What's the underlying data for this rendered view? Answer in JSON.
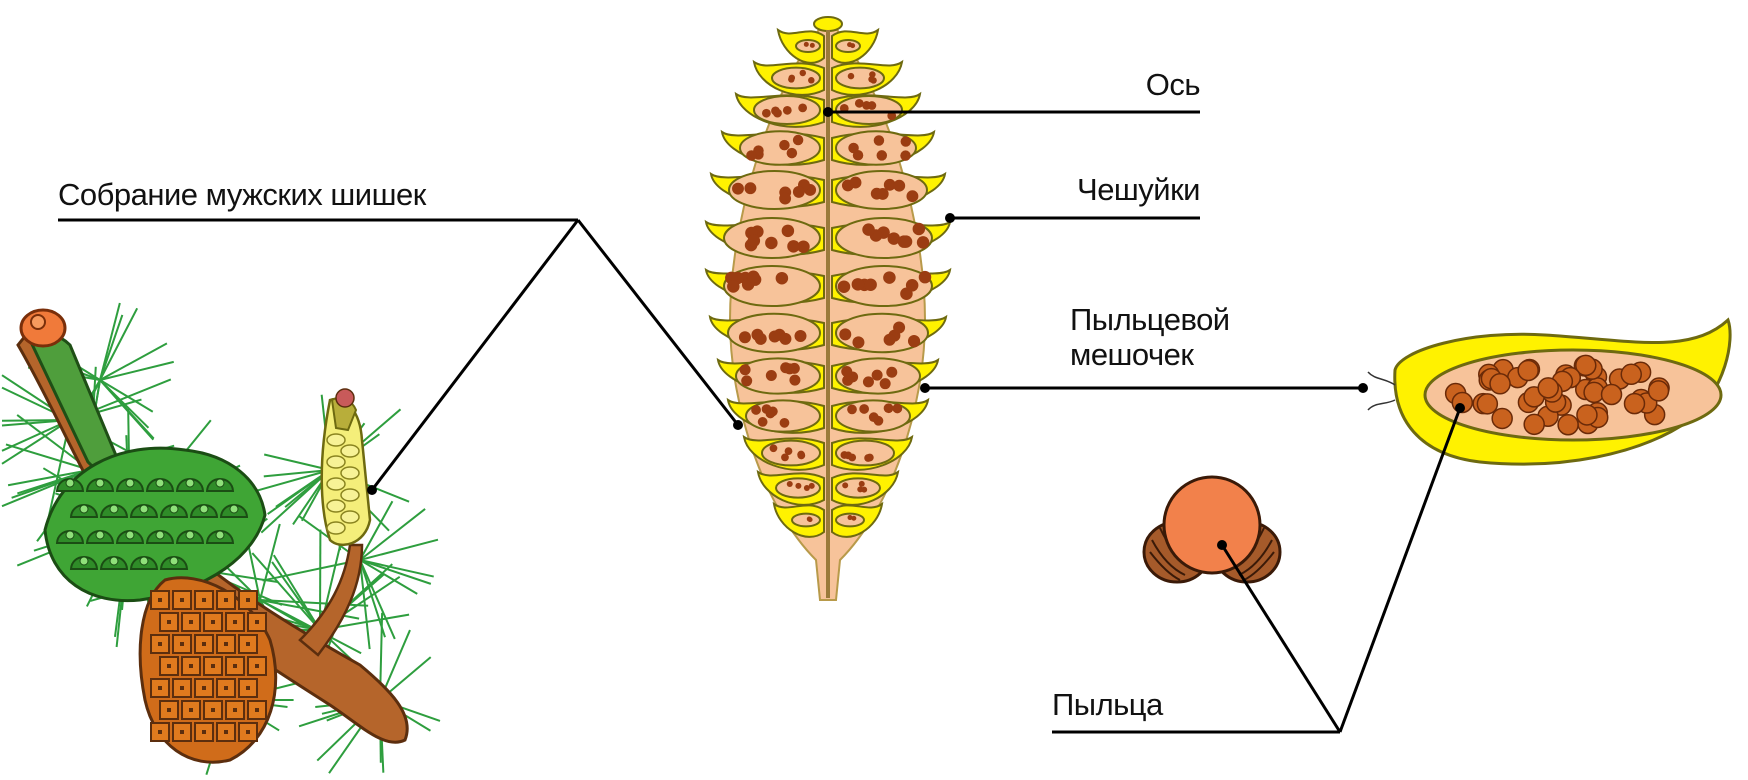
{
  "labels": {
    "male_cones_cluster": "Собрание мужских шишек",
    "axis": "Ось",
    "scales": "Чешуйки",
    "pollen_sac_line1": "Пыльцевой",
    "pollen_sac_line2": "мешочек",
    "pollen": "Пыльца"
  },
  "colors": {
    "cone_body": "#f7c39a",
    "scale_yellow": "#fff200",
    "pollen_grain": "#9b3d12",
    "pollen_orange": "#f2814b",
    "female_cone_green": "#3fa535",
    "mature_cone_brown": "#d06c1a",
    "needles": "#2e9e3e",
    "branch": "#b5652b"
  }
}
